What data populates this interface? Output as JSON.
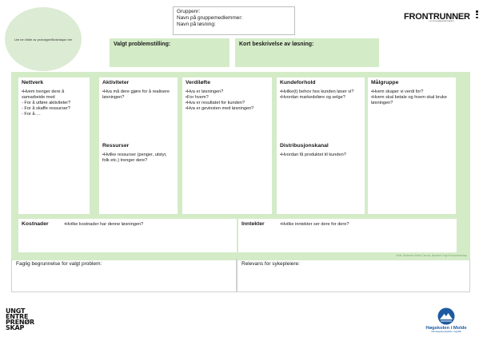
{
  "header": {
    "photo_caption": "Lim inn bilde av prototype/illustrasjon her",
    "group_lines": [
      "Gruppenr:",
      "Navn på gruppemedlemmer:",
      "Navn på løsning:"
    ],
    "frontrunner_logo": "FRONTRUNNER",
    "frontrunner_tagline": "– et innovasjonsprogram",
    "problem_label": "Valgt problemstilling:",
    "solution_label": "Kort beskrivelse av løsning:"
  },
  "canvas": {
    "nettverk": {
      "title": "Nettverk",
      "body": "•Hvem trenger dere å samarbeide med\n-    For å utføre aktiviteter?\n-    For å skaffe ressurser?\n-    For å…."
    },
    "aktiviteter": {
      "title": "Aktiviteter",
      "body": "•Hva må dere gjøre for å realisere løsningen?"
    },
    "ressurser": {
      "title": "Ressurser",
      "body": "•Hvilke ressurser (penger, utstyr, folk etc.) trenger dere?"
    },
    "verdiloefte": {
      "title": "Verdiløfte",
      "body": "•Hva er løsningen?\n•For hvem?\n•Hva er resultatet for kunden?\n•Hva er gevinsten med løsningen?"
    },
    "kundeforhold": {
      "title": "Kundeforhold",
      "body": "•Hvilke(t) behov hos kunden løser vi?\n•Hvordan markedsføre og selge?"
    },
    "distribusjon": {
      "title": "Distribusjonskanal",
      "body": "•Hvordan få produktet til kunden?"
    },
    "malgruppe": {
      "title": "Målgruppe",
      "body": "•Hvem skaper vi verdi for?\n•Hvem skal betale og hvem skal bruke løsningen?"
    },
    "kostnader": {
      "title": "Kostnader",
      "body": "•Hvilke kostnader har denne løsningen?"
    },
    "inntekter": {
      "title": "Inntekter",
      "body": "•Hvilke inntekter ser dere for dere?"
    },
    "footnote": "Kilde: Business Model Canvas, tilpasset Ungt Entreprenørskap"
  },
  "bottom": {
    "begrunnelse_label": "Faglig begrunnelse for valgt problem:",
    "relevans_label": "Relevans for sykepleiere:",
    "ue_logo_lines": [
      "UNGT",
      "ENTRE",
      "PRENØR",
      "SKAP"
    ],
    "hm_name": "Høgskolen i Molde",
    "hm_sub": "Vitenskapelig høgskole i logistikk"
  },
  "colors": {
    "canvas_green": "#d4ebc7",
    "oval_green": "#dcebd3",
    "hm_blue": "#1d5aa0"
  }
}
